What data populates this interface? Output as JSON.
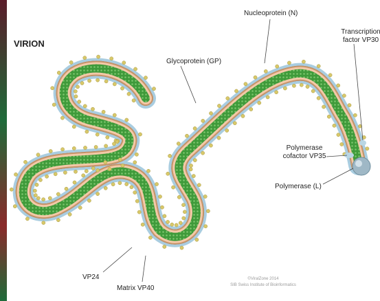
{
  "title": "VIRION",
  "labels": {
    "nucleoprotein": "Nucleoprotein (N)",
    "transcription_line1": "Transcription",
    "transcription_line2": "factor VP30",
    "glycoprotein": "Glycoprotein (GP)",
    "polymerase_cofactor_line1": "Polymerase",
    "polymerase_cofactor_line2": "cofactor VP35",
    "polymerase": "Polymerase (L)",
    "vp24": "VP24",
    "matrix": "Matrix VP40"
  },
  "credit": {
    "line1": "©ViralZone 2014",
    "line2": "SIB Swiss Institute of Bioinformatics"
  },
  "colors": {
    "membrane": "#a9cde0",
    "membrane_edge": "#6c9fbd",
    "matrix_layer": "#8a5a3c",
    "matrix_dots": "#c8956a",
    "interior": "#f3c9a8",
    "nucleocapsid": "#3f9a3a",
    "nucleocapsid_dots": "#7cc56c",
    "glycoprotein_spikes": "#d8c86a",
    "polymerase_body": "#9fb8c6",
    "side_strip_top": "#5a1d2a",
    "side_strip_mid": "#1f6b3a",
    "side_strip_bottom": "#8a2a2a"
  }
}
